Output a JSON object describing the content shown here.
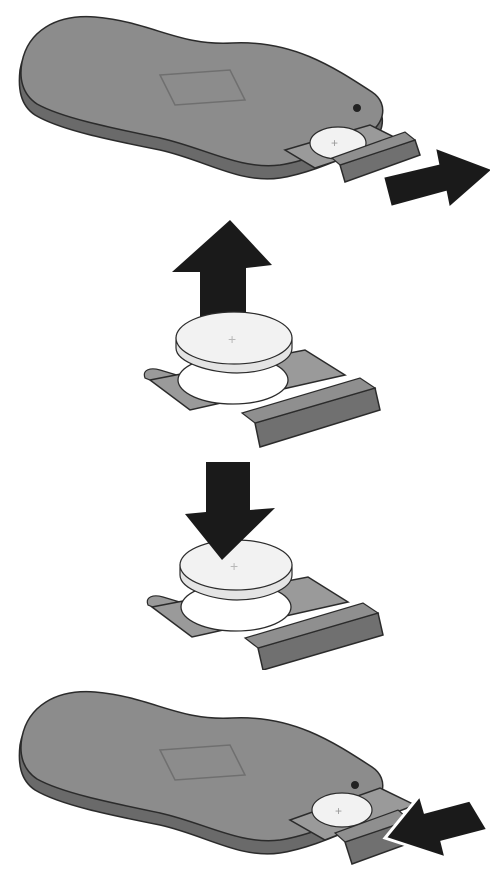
{
  "figure": {
    "steps": [
      {
        "id": "step-1",
        "action": "pull-out-tray",
        "arrow_direction": "right"
      },
      {
        "id": "step-2",
        "action": "remove-old-battery",
        "arrow_direction": "up"
      },
      {
        "id": "step-3",
        "action": "insert-new-battery",
        "arrow_direction": "down"
      },
      {
        "id": "step-4",
        "action": "push-in-tray",
        "arrow_direction": "left"
      }
    ],
    "battery_symbol": "+",
    "colors": {
      "remote_body": "#8c8c8c",
      "remote_edge": "#6a6a6a",
      "remote_top": "#9e9e9e",
      "tray": "#9a9a9a",
      "tray_dark": "#707070",
      "battery": "#f2f2f2",
      "arrow": "#1a1a1a",
      "outline": "#2b2b2b"
    }
  }
}
